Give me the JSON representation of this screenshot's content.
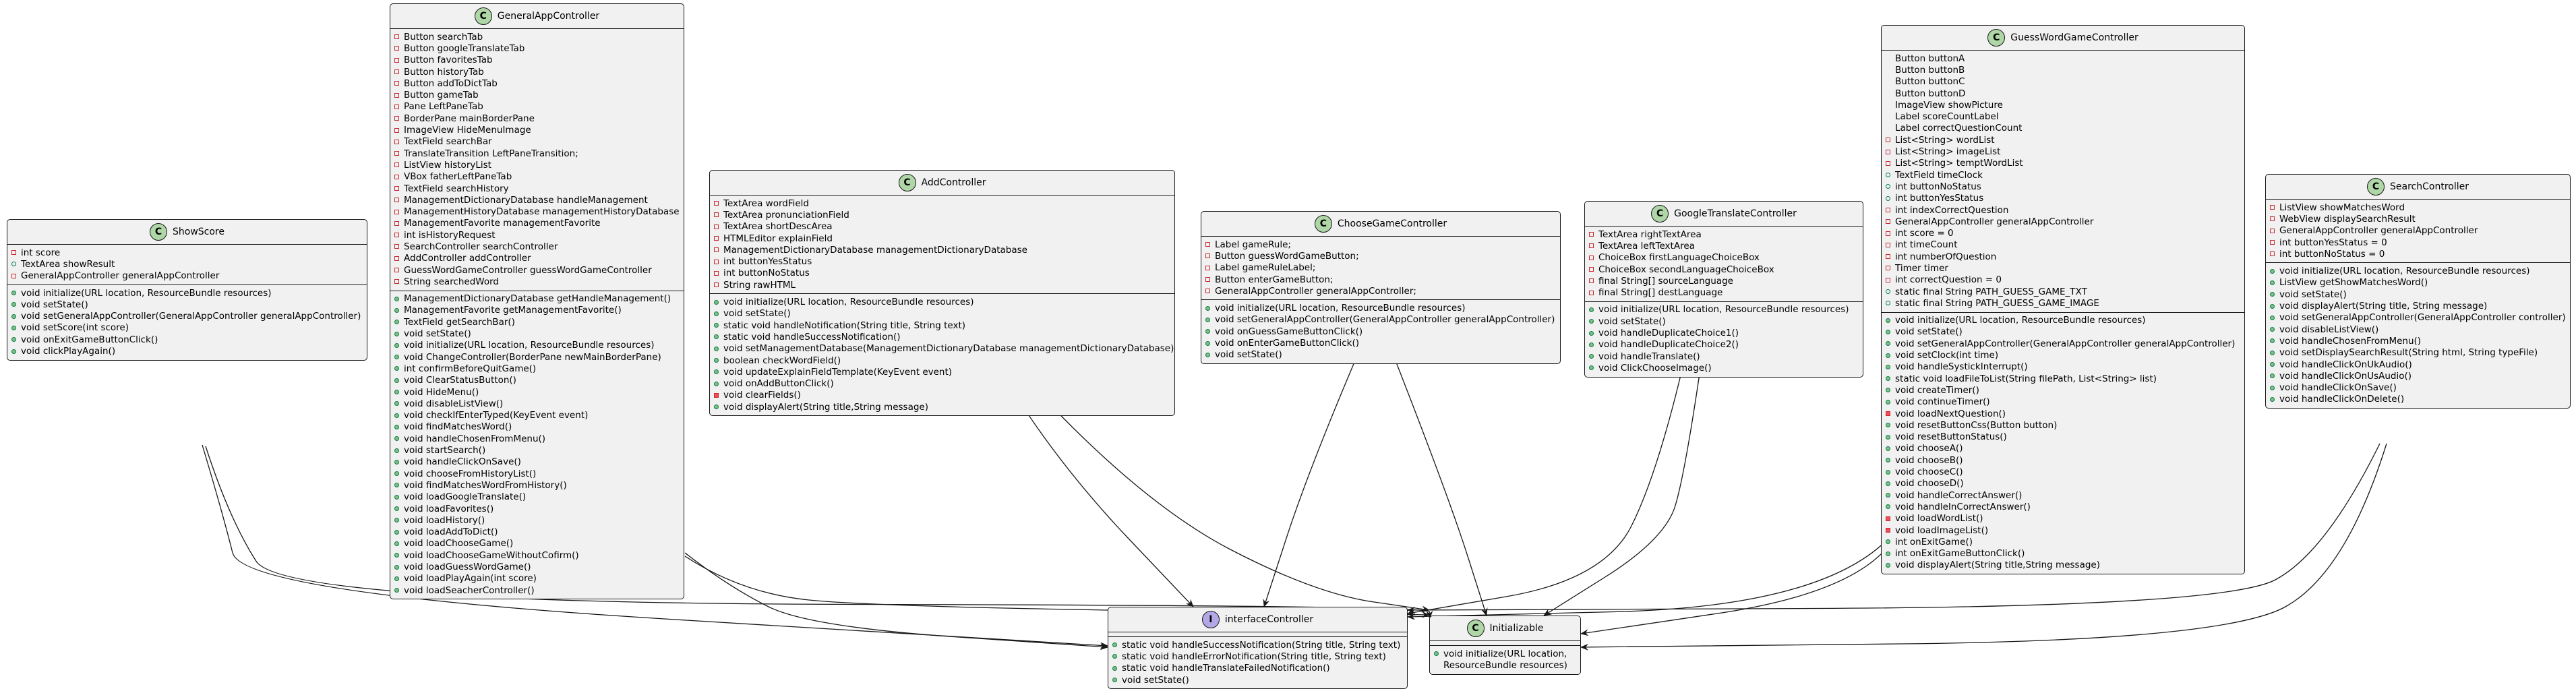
{
  "classes": [
    {
      "id": "ShowScore",
      "name": "ShowScore",
      "stereotype": "C",
      "fields": [
        {
          "v": "private",
          "t": "int score"
        },
        {
          "v": "public",
          "t": "TextArea showResult"
        },
        {
          "v": "private",
          "t": "GeneralAppController generalAppController"
        }
      ],
      "methods": [
        {
          "v": "public",
          "t": "void initialize(URL location, ResourceBundle resources)"
        },
        {
          "v": "public",
          "t": "void setState()"
        },
        {
          "v": "public",
          "t": "void setGeneralAppController(GeneralAppController generalAppController)"
        },
        {
          "v": "public",
          "t": "void setScore(int score)"
        },
        {
          "v": "public",
          "t": "void onExitGameButtonClick()"
        },
        {
          "v": "public",
          "t": "void clickPlayAgain()"
        }
      ]
    },
    {
      "id": "GeneralAppController",
      "name": "GeneralAppController",
      "stereotype": "C",
      "fields": [
        {
          "v": "private",
          "t": "Button searchTab"
        },
        {
          "v": "private",
          "t": "Button googleTranslateTab"
        },
        {
          "v": "private",
          "t": "Button favoritesTab"
        },
        {
          "v": "private",
          "t": "Button historyTab"
        },
        {
          "v": "private",
          "t": "Button addToDictTab"
        },
        {
          "v": "private",
          "t": "Button gameTab"
        },
        {
          "v": "private",
          "t": "Pane LeftPaneTab"
        },
        {
          "v": "private",
          "t": "BorderPane mainBorderPane"
        },
        {
          "v": "private",
          "t": "ImageView HideMenuImage"
        },
        {
          "v": "private",
          "t": "TextField searchBar"
        },
        {
          "v": "private",
          "t": "TranslateTransition LeftPaneTransition;"
        },
        {
          "v": "private",
          "t": "ListView historyList"
        },
        {
          "v": "private",
          "t": "VBox fatherLeftPaneTab"
        },
        {
          "v": "private",
          "t": "TextField searchHistory"
        },
        {
          "v": "private",
          "t": "ManagementDictionaryDatabase handleManagement"
        },
        {
          "v": "private",
          "t": "ManagementHistoryDatabase managementHistoryDatabase"
        },
        {
          "v": "private",
          "t": "ManagementFavorite managementFavorite"
        },
        {
          "v": "private",
          "t": "int isHistoryRequest"
        },
        {
          "v": "private",
          "t": "SearchController searchController"
        },
        {
          "v": "private",
          "t": "AddController addController"
        },
        {
          "v": "private",
          "t": "GuessWordGameController guessWordGameController"
        },
        {
          "v": "private",
          "t": "String searchedWord"
        }
      ],
      "methods": [
        {
          "v": "public",
          "t": "ManagementDictionaryDatabase getHandleManagement()"
        },
        {
          "v": "public",
          "t": "ManagementFavorite getManagementFavorite()"
        },
        {
          "v": "public",
          "t": "TextField getSearchBar()"
        },
        {
          "v": "public",
          "t": "void setState()"
        },
        {
          "v": "public",
          "t": "void initialize(URL location, ResourceBundle resources)"
        },
        {
          "v": "public",
          "t": "void ChangeController(BorderPane newMainBorderPane)"
        },
        {
          "v": "public",
          "t": "int confirmBeforeQuitGame()"
        },
        {
          "v": "public",
          "t": "void ClearStatusButton()"
        },
        {
          "v": "public",
          "t": "void HideMenu()"
        },
        {
          "v": "public",
          "t": "void disableListView()"
        },
        {
          "v": "public",
          "t": "void checkIfEnterTyped(KeyEvent event)"
        },
        {
          "v": "public",
          "t": "void findMatchesWord()"
        },
        {
          "v": "public",
          "t": "void handleChosenFromMenu()"
        },
        {
          "v": "public",
          "t": "void startSearch()"
        },
        {
          "v": "public",
          "t": "void handleClickOnSave()"
        },
        {
          "v": "public",
          "t": "void chooseFromHistoryList()"
        },
        {
          "v": "public",
          "t": "void findMatchesWordFromHistory()"
        },
        {
          "v": "public",
          "t": "void loadGoogleTranslate()"
        },
        {
          "v": "public",
          "t": "void loadFavorites()"
        },
        {
          "v": "public",
          "t": "void loadHistory()"
        },
        {
          "v": "public",
          "t": "void loadAddToDict()"
        },
        {
          "v": "public",
          "t": "void loadChooseGame()"
        },
        {
          "v": "public",
          "t": "void loadChooseGameWithoutCofirm()"
        },
        {
          "v": "public",
          "t": "void loadGuessWordGame()"
        },
        {
          "v": "public",
          "t": "void loadPlayAgain(int score)"
        },
        {
          "v": "public",
          "t": "void loadSeacherController()"
        }
      ]
    },
    {
      "id": "AddController",
      "name": "AddController",
      "stereotype": "C",
      "fields": [
        {
          "v": "private",
          "t": "TextArea wordField"
        },
        {
          "v": "private",
          "t": "TextArea pronunciationField"
        },
        {
          "v": "private",
          "t": "TextArea shortDescArea"
        },
        {
          "v": "private",
          "t": "HTMLEditor explainField"
        },
        {
          "v": "private",
          "t": "ManagementDictionaryDatabase managementDictionaryDatabase"
        },
        {
          "v": "private",
          "t": "int buttonYesStatus"
        },
        {
          "v": "private",
          "t": "int buttonNoStatus"
        },
        {
          "v": "private",
          "t": "String rawHTML"
        }
      ],
      "methods": [
        {
          "v": "public",
          "t": "void initialize(URL location, ResourceBundle resources)"
        },
        {
          "v": "public",
          "t": "void setState()"
        },
        {
          "v": "public",
          "t": "static void handleNotification(String title, String text)"
        },
        {
          "v": "public",
          "t": "static void handleSuccessNotification()"
        },
        {
          "v": "public",
          "t": "void setManagementDatabase(ManagementDictionaryDatabase managementDictionaryDatabase)"
        },
        {
          "v": "public",
          "t": "boolean checkWordField()"
        },
        {
          "v": "public",
          "t": "void updateExplainFieldTemplate(KeyEvent event)"
        },
        {
          "v": "public",
          "t": "void onAddButtonClick()"
        },
        {
          "v": "private",
          "t": "void clearFields()"
        },
        {
          "v": "public",
          "t": "void displayAlert(String title,String message)"
        }
      ]
    },
    {
      "id": "ChooseGameController",
      "name": "ChooseGameController",
      "stereotype": "C",
      "fields": [
        {
          "v": "private",
          "t": "Label gameRule;"
        },
        {
          "v": "private",
          "t": "Button guessWordGameButton;"
        },
        {
          "v": "private",
          "t": "Label gameRuleLabel;"
        },
        {
          "v": "private",
          "t": "Button enterGameButton;"
        },
        {
          "v": "private",
          "t": "GeneralAppController generalAppController;"
        }
      ],
      "methods": [
        {
          "v": "public",
          "t": "void initialize(URL location, ResourceBundle resources)"
        },
        {
          "v": "public",
          "t": "void setGeneralAppController(GeneralAppController generalAppController)"
        },
        {
          "v": "public",
          "t": "void onGuessGameButtonClick()"
        },
        {
          "v": "public",
          "t": "void onEnterGameButtonClick()"
        },
        {
          "v": "public",
          "t": "void setState()"
        }
      ]
    },
    {
      "id": "GoogleTranslateController",
      "name": "GoogleTranslateController",
      "stereotype": "C",
      "fields": [
        {
          "v": "private",
          "t": "TextArea rightTextArea"
        },
        {
          "v": "private",
          "t": "TextArea leftTextArea"
        },
        {
          "v": "private",
          "t": "ChoiceBox firstLanguageChoiceBox"
        },
        {
          "v": "private",
          "t": "ChoiceBox secondLanguageChoiceBox"
        },
        {
          "v": "private",
          "t": "final String[] sourceLanguage"
        },
        {
          "v": "private",
          "t": "final String[] destLanguage"
        }
      ],
      "methods": [
        {
          "v": "public",
          "t": "void initialize(URL location, ResourceBundle resources)"
        },
        {
          "v": "public",
          "t": "void setState()"
        },
        {
          "v": "public",
          "t": "void handleDuplicateChoice1()"
        },
        {
          "v": "public",
          "t": "void handleDuplicateChoice2()"
        },
        {
          "v": "public",
          "t": "void handleTranslate()"
        },
        {
          "v": "public",
          "t": "void ClickChooseImage()"
        }
      ]
    },
    {
      "id": "GuessWordGameController",
      "name": "GuessWordGameController",
      "stereotype": "C",
      "fields": [
        {
          "v": "pkg",
          "t": "Button buttonA"
        },
        {
          "v": "pkg",
          "t": "Button buttonB"
        },
        {
          "v": "pkg",
          "t": "Button buttonC"
        },
        {
          "v": "pkg",
          "t": "Button buttonD"
        },
        {
          "v": "pkg",
          "t": "ImageView showPicture"
        },
        {
          "v": "pkg",
          "t": "Label scoreCountLabel"
        },
        {
          "v": "pkg",
          "t": "Label correctQuestionCount"
        },
        {
          "v": "private",
          "t": "List<String> wordList"
        },
        {
          "v": "private",
          "t": "List<String> imageList"
        },
        {
          "v": "private",
          "t": "List<String> temptWordList"
        },
        {
          "v": "public",
          "t": "TextField timeClock"
        },
        {
          "v": "public",
          "t": "int buttonNoStatus"
        },
        {
          "v": "public",
          "t": "int buttonYesStatus"
        },
        {
          "v": "private",
          "t": "int indexCorrectQuestion"
        },
        {
          "v": "private",
          "t": "GeneralAppController generalAppController"
        },
        {
          "v": "private",
          "t": "int score = 0"
        },
        {
          "v": "private",
          "t": "int timeCount"
        },
        {
          "v": "private",
          "t": "int numberOfQuestion"
        },
        {
          "v": "private",
          "t": "Timer timer"
        },
        {
          "v": "private",
          "t": "int correctQuestion = 0"
        },
        {
          "v": "public",
          "t": "static final String PATH_GUESS_GAME_TXT"
        },
        {
          "v": "public",
          "t": "static final String PATH_GUESS_GAME_IMAGE"
        }
      ],
      "methods": [
        {
          "v": "public",
          "t": "void initialize(URL location, ResourceBundle resources)"
        },
        {
          "v": "public",
          "t": "void setState()"
        },
        {
          "v": "public",
          "t": "void setGeneralAppController(GeneralAppController generalAppController)"
        },
        {
          "v": "public",
          "t": "void setClock(int time)"
        },
        {
          "v": "public",
          "t": "void handleSystickInterrupt()"
        },
        {
          "v": "public",
          "t": "static void loadFileToList(String filePath, List<String> list)"
        },
        {
          "v": "public",
          "t": "void createTimer()"
        },
        {
          "v": "public",
          "t": "void continueTimer()"
        },
        {
          "v": "private",
          "t": "void loadNextQuestion()"
        },
        {
          "v": "public",
          "t": "void resetButtonCss(Button button)"
        },
        {
          "v": "public",
          "t": "void resetButtonStatus()"
        },
        {
          "v": "public",
          "t": "void chooseA()"
        },
        {
          "v": "public",
          "t": "void chooseB()"
        },
        {
          "v": "public",
          "t": "void chooseC()"
        },
        {
          "v": "public",
          "t": "void chooseD()"
        },
        {
          "v": "public",
          "t": "void handleCorrectAnswer()"
        },
        {
          "v": "public",
          "t": "void handleInCorrectAnswer()"
        },
        {
          "v": "private",
          "t": "void loadWordList()"
        },
        {
          "v": "private",
          "t": "void loadImageList()"
        },
        {
          "v": "public",
          "t": "int onExitGame()"
        },
        {
          "v": "public",
          "t": "int onExitGameButtonClick()"
        },
        {
          "v": "public",
          "t": "void displayAlert(String title,String message)"
        }
      ]
    },
    {
      "id": "SearchController",
      "name": "SearchController",
      "stereotype": "C",
      "fields": [
        {
          "v": "private",
          "t": "ListView showMatchesWord"
        },
        {
          "v": "private",
          "t": "WebView displaySearchResult"
        },
        {
          "v": "private",
          "t": "GeneralAppController generalAppController"
        },
        {
          "v": "private",
          "t": "int buttonYesStatus = 0"
        },
        {
          "v": "private",
          "t": "int buttonNoStatus = 0"
        }
      ],
      "methods": [
        {
          "v": "public",
          "t": "void initialize(URL location, ResourceBundle resources)"
        },
        {
          "v": "public",
          "t": "ListView getShowMatchesWord()"
        },
        {
          "v": "public",
          "t": "void setState()"
        },
        {
          "v": "public",
          "t": "void displayAlert(String title, String message)"
        },
        {
          "v": "public",
          "t": "void setGeneralAppController(GeneralAppController controller)"
        },
        {
          "v": "public",
          "t": "void disableListView()"
        },
        {
          "v": "public",
          "t": "void handleChosenFromMenu()"
        },
        {
          "v": "public",
          "t": "void setDisplaySearchResult(String html, String typeFile)"
        },
        {
          "v": "public",
          "t": "void handleClickOnUkAudio()"
        },
        {
          "v": "public",
          "t": "void handleClickOnUsAudio()"
        },
        {
          "v": "public",
          "t": "void handleClickOnSave()"
        },
        {
          "v": "public",
          "t": "void handleClickOnDelete()"
        }
      ]
    },
    {
      "id": "interfaceController",
      "name": "interfaceController",
      "stereotype": "I",
      "fields": [],
      "methods": [
        {
          "v": "public",
          "t": "static void handleSuccessNotification(String title, String text)"
        },
        {
          "v": "public",
          "t": "static void handleErrorNotification(String title, String text)"
        },
        {
          "v": "public",
          "t": "static void handleTranslateFailedNotification()"
        },
        {
          "v": "public",
          "t": "void setState()"
        }
      ]
    },
    {
      "id": "Initializable",
      "name": "Initializable",
      "stereotype": "C",
      "fields": [],
      "methods": [
        {
          "v": "public",
          "t": "void initialize(URL location,"
        },
        {
          "v": "pkg",
          "t": "ResourceBundle resources)"
        }
      ]
    }
  ],
  "relations": [
    {
      "from": "ShowScore",
      "to": "interfaceController",
      "kind": "realization"
    },
    {
      "from": "ShowScore",
      "to": "Initializable",
      "kind": "realization"
    },
    {
      "from": "GeneralAppController",
      "to": "interfaceController",
      "kind": "realization"
    },
    {
      "from": "GeneralAppController",
      "to": "Initializable",
      "kind": "realization"
    },
    {
      "from": "AddController",
      "to": "interfaceController",
      "kind": "realization"
    },
    {
      "from": "AddController",
      "to": "Initializable",
      "kind": "realization"
    },
    {
      "from": "ChooseGameController",
      "to": "interfaceController",
      "kind": "realization"
    },
    {
      "from": "ChooseGameController",
      "to": "Initializable",
      "kind": "realization"
    },
    {
      "from": "GoogleTranslateController",
      "to": "interfaceController",
      "kind": "realization"
    },
    {
      "from": "GoogleTranslateController",
      "to": "Initializable",
      "kind": "realization"
    },
    {
      "from": "GuessWordGameController",
      "to": "interfaceController",
      "kind": "realization"
    },
    {
      "from": "GuessWordGameController",
      "to": "Initializable",
      "kind": "realization"
    },
    {
      "from": "SearchController",
      "to": "interfaceController",
      "kind": "realization"
    },
    {
      "from": "SearchController",
      "to": "Initializable",
      "kind": "realization"
    }
  ]
}
